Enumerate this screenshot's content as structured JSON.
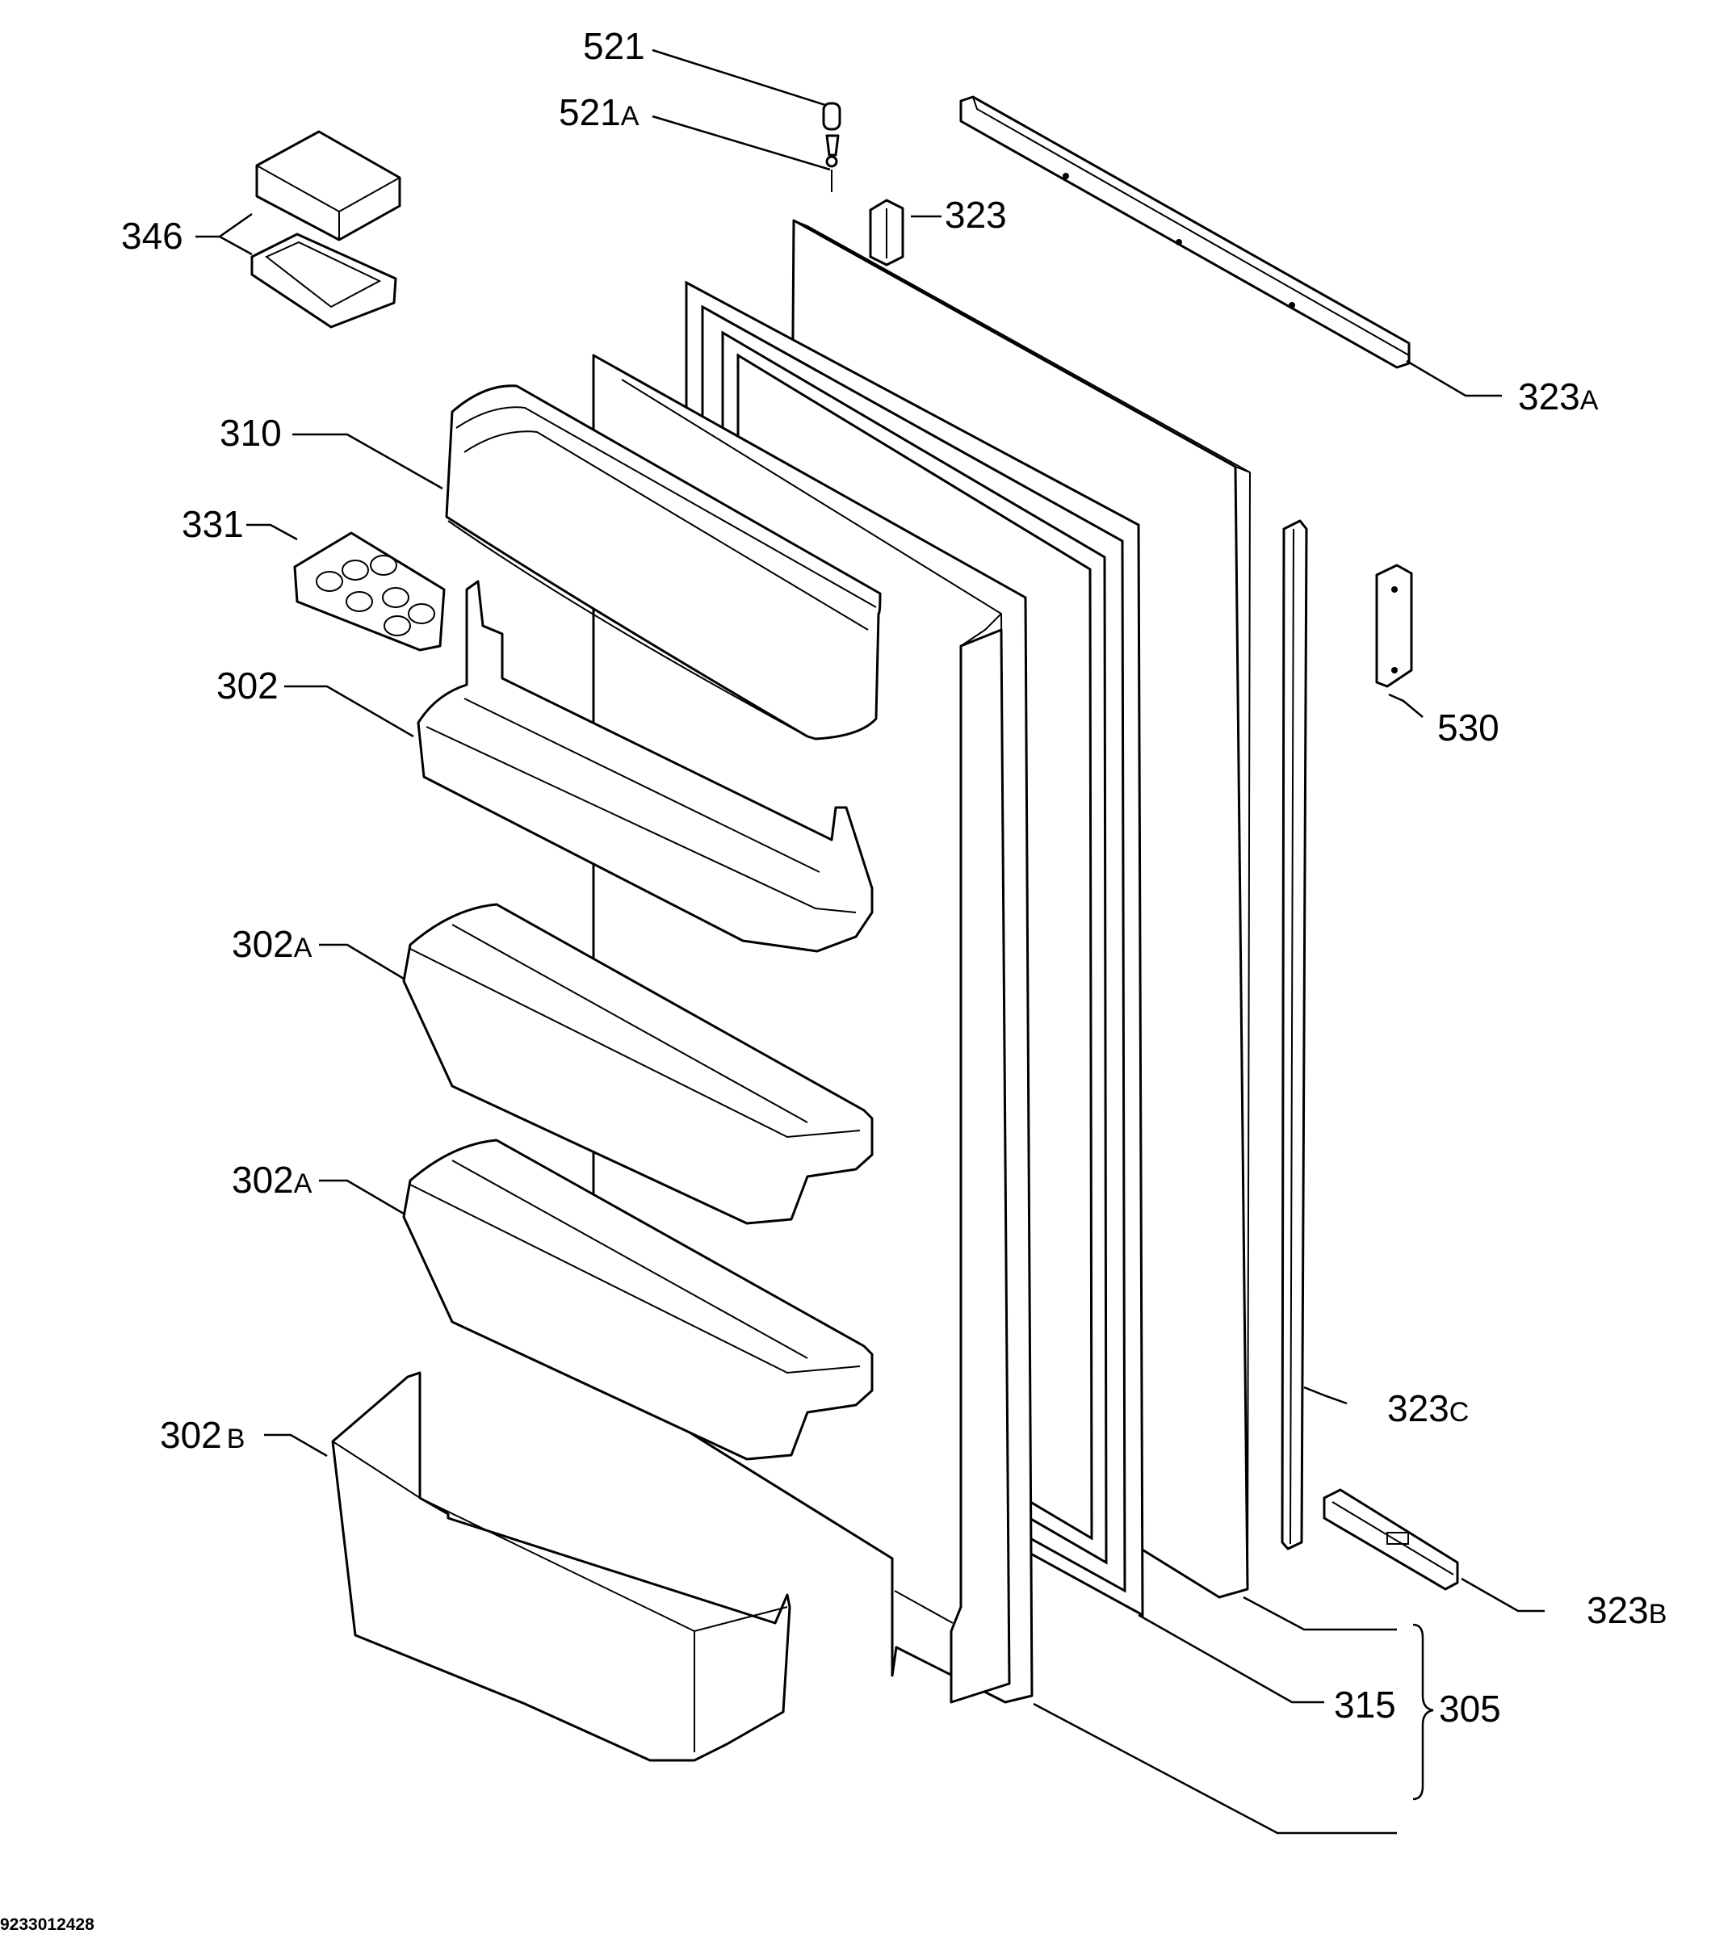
{
  "labels": {
    "p521": "521",
    "p521a_num": "521",
    "p521a_sfx": "A",
    "p346": "346",
    "p323": "323",
    "p323a_num": "323",
    "p323a_sfx": "A",
    "p310": "310",
    "p331": "331",
    "p530": "530",
    "p302": "302",
    "p302a1_num": "302",
    "p302a1_sfx": "A",
    "p302a2_num": "302",
    "p302a2_sfx": "A",
    "p323c_num": "323",
    "p323c_sfx": "C",
    "p302b_num": "302",
    "p302b_sfx": "B",
    "p323b_num": "323",
    "p323b_sfx": "B",
    "p315": "315",
    "p305": "305"
  },
  "footer": {
    "reference": "9233012428"
  }
}
